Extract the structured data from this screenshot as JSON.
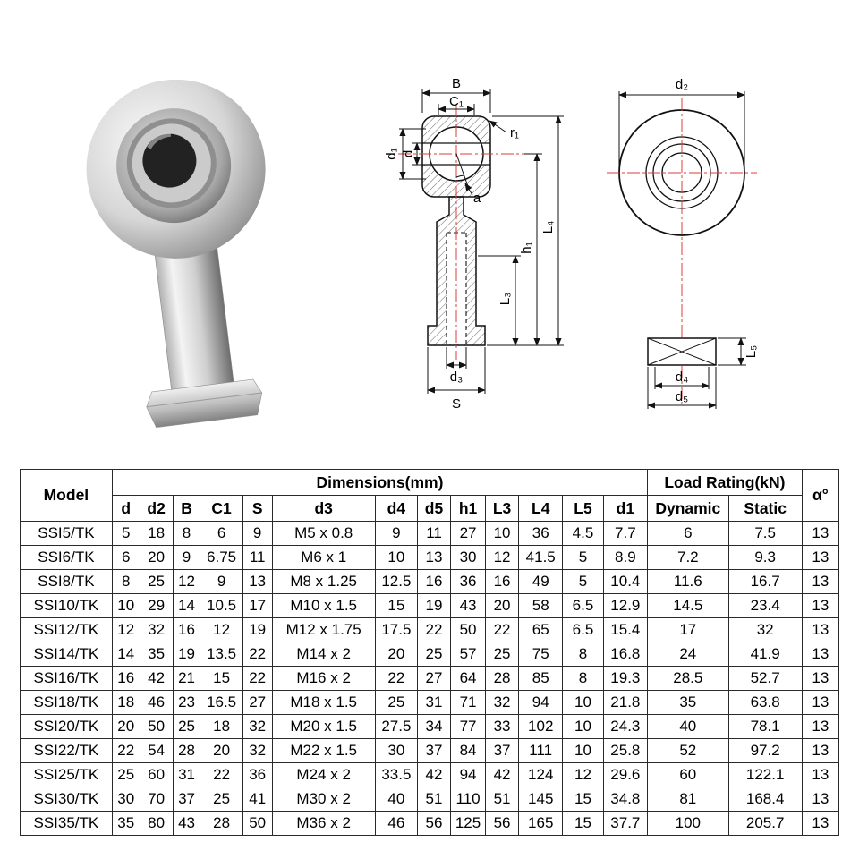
{
  "photo": {
    "alt": "female threaded stainless rod end bearing"
  },
  "section_diagram": {
    "line_color": "#1a1a1a",
    "centerline_color": "#e23b3b",
    "labels": {
      "B": "B",
      "C1": "C₁",
      "r1": "r₁",
      "d1": "d₁",
      "d": "d",
      "a": "a",
      "L4": "L₄",
      "h1": "h₁",
      "L3": "L₃",
      "d3": "d₃",
      "S": "S"
    }
  },
  "front_diagram": {
    "labels": {
      "d2": "d₂",
      "L5": "L₅",
      "d4": "d₄",
      "d5": "d₅"
    }
  },
  "table": {
    "header": {
      "model": "Model",
      "dimensions_group": "Dimensions(mm)",
      "load_group": "Load Rating(kN)",
      "alpha": "α°",
      "dim_cols": [
        "d",
        "d2",
        "B",
        "C1",
        "S",
        "d3",
        "d4",
        "d5",
        "h1",
        "L3",
        "L4",
        "L5",
        "d1"
      ],
      "load_cols": [
        "Dynamic",
        "Static"
      ]
    },
    "rows": [
      {
        "model": "SSI5/TK",
        "values": [
          "5",
          "18",
          "8",
          "6",
          "9",
          "M5 x 0.8",
          "9",
          "11",
          "27",
          "10",
          "36",
          "4.5",
          "7.7",
          "6",
          "7.5",
          "13"
        ]
      },
      {
        "model": "SSI6/TK",
        "values": [
          "6",
          "20",
          "9",
          "6.75",
          "11",
          "M6 x 1",
          "10",
          "13",
          "30",
          "12",
          "41.5",
          "5",
          "8.9",
          "7.2",
          "9.3",
          "13"
        ]
      },
      {
        "model": "SSI8/TK",
        "values": [
          "8",
          "25",
          "12",
          "9",
          "13",
          "M8 x 1.25",
          "12.5",
          "16",
          "36",
          "16",
          "49",
          "5",
          "10.4",
          "11.6",
          "16.7",
          "13"
        ]
      },
      {
        "model": "SSI10/TK",
        "values": [
          "10",
          "29",
          "14",
          "10.5",
          "17",
          "M10 x 1.5",
          "15",
          "19",
          "43",
          "20",
          "58",
          "6.5",
          "12.9",
          "14.5",
          "23.4",
          "13"
        ]
      },
      {
        "model": "SSI12/TK",
        "values": [
          "12",
          "32",
          "16",
          "12",
          "19",
          "M12 x 1.75",
          "17.5",
          "22",
          "50",
          "22",
          "65",
          "6.5",
          "15.4",
          "17",
          "32",
          "13"
        ]
      },
      {
        "model": "SSI14/TK",
        "values": [
          "14",
          "35",
          "19",
          "13.5",
          "22",
          "M14 x 2",
          "20",
          "25",
          "57",
          "25",
          "75",
          "8",
          "16.8",
          "24",
          "41.9",
          "13"
        ]
      },
      {
        "model": "SSI16/TK",
        "values": [
          "16",
          "42",
          "21",
          "15",
          "22",
          "M16 x 2",
          "22",
          "27",
          "64",
          "28",
          "85",
          "8",
          "19.3",
          "28.5",
          "52.7",
          "13"
        ]
      },
      {
        "model": "SSI18/TK",
        "values": [
          "18",
          "46",
          "23",
          "16.5",
          "27",
          "M18 x 1.5",
          "25",
          "31",
          "71",
          "32",
          "94",
          "10",
          "21.8",
          "35",
          "63.8",
          "13"
        ]
      },
      {
        "model": "SSI20/TK",
        "values": [
          "20",
          "50",
          "25",
          "18",
          "32",
          "M20 x 1.5",
          "27.5",
          "34",
          "77",
          "33",
          "102",
          "10",
          "24.3",
          "40",
          "78.1",
          "13"
        ]
      },
      {
        "model": "SSI22/TK",
        "values": [
          "22",
          "54",
          "28",
          "20",
          "32",
          "M22 x 1.5",
          "30",
          "37",
          "84",
          "37",
          "111",
          "10",
          "25.8",
          "52",
          "97.2",
          "13"
        ]
      },
      {
        "model": "SSI25/TK",
        "values": [
          "25",
          "60",
          "31",
          "22",
          "36",
          "M24 x 2",
          "33.5",
          "42",
          "94",
          "42",
          "124",
          "12",
          "29.6",
          "60",
          "122.1",
          "13"
        ]
      },
      {
        "model": "SSI30/TK",
        "values": [
          "30",
          "70",
          "37",
          "25",
          "41",
          "M30 x 2",
          "40",
          "51",
          "110",
          "51",
          "145",
          "15",
          "34.8",
          "81",
          "168.4",
          "13"
        ]
      },
      {
        "model": "SSI35/TK",
        "values": [
          "35",
          "80",
          "43",
          "28",
          "50",
          "M36 x 2",
          "46",
          "56",
          "125",
          "56",
          "165",
          "15",
          "37.7",
          "100",
          "205.7",
          "13"
        ]
      }
    ]
  }
}
